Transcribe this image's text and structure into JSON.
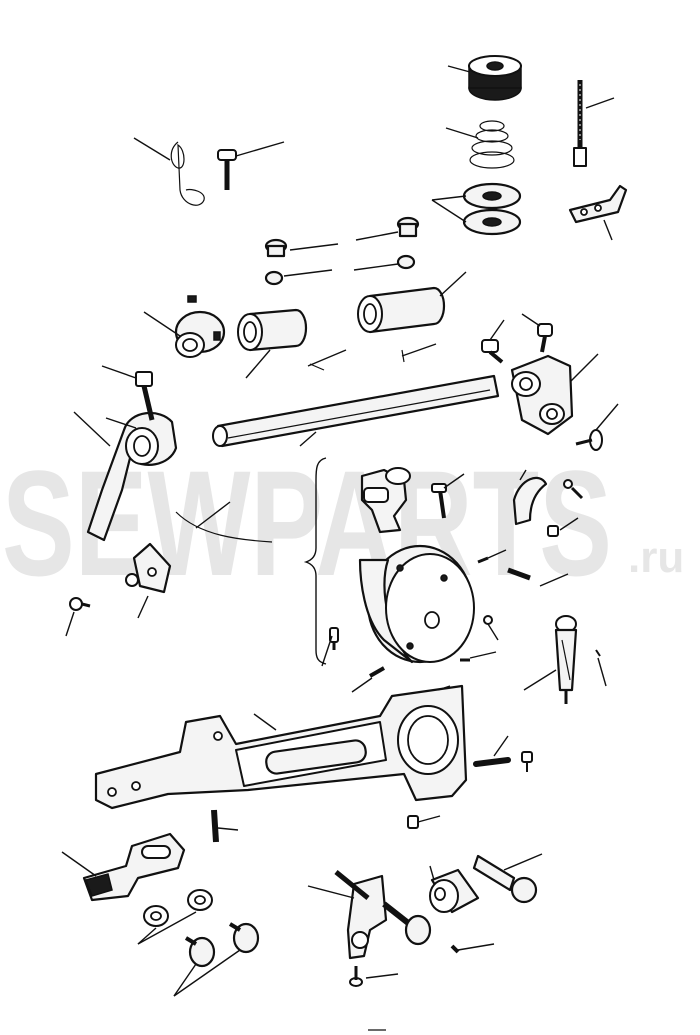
{
  "watermark": {
    "brand": "SEWPARTS",
    "suffix": ".ru",
    "color": "#e6e6e6"
  },
  "colors": {
    "ink": "#111111",
    "background": "#ffffff"
  },
  "parts": [
    "knurled-thumb-nut",
    "tension-spring",
    "tension-discs",
    "threaded-stud",
    "thread-guide-bracket",
    "bent-wire-spring",
    "small-screw",
    "bushings",
    "collar",
    "shaft-bushing-left",
    "shaft-bushing-right",
    "crank-lever",
    "main-shaft",
    "rock-shaft-crank",
    "connecting-link",
    "wire-rod",
    "small-plate",
    "cam-eccentric",
    "actuating-lever",
    "pin-stud",
    "block-guide",
    "ring-washers",
    "thumb-screws",
    "cross-block-clamp",
    "stud-with-head",
    "set-screws"
  ]
}
